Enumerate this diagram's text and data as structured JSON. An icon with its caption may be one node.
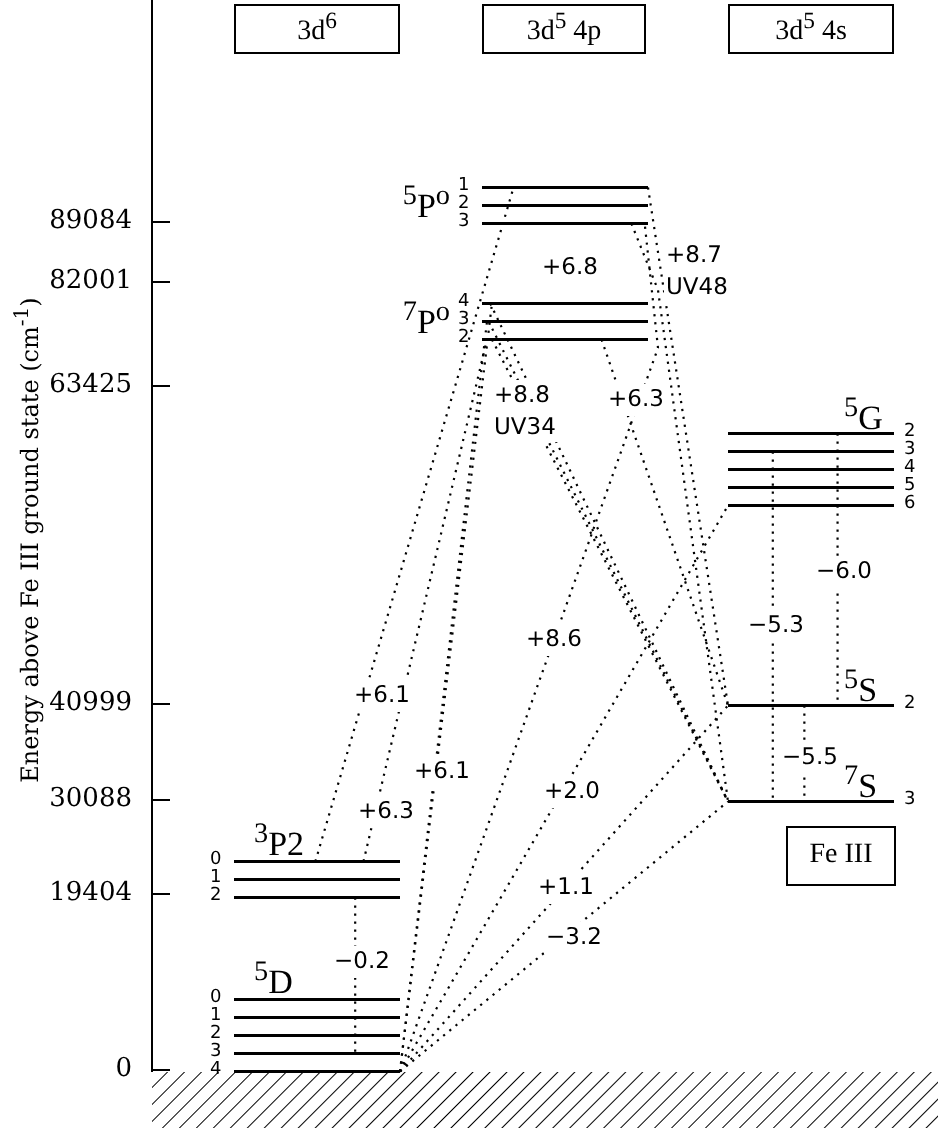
{
  "diagram": {
    "nodes": [
      {
        "text": [
          "3d$^{6}$"
        ]
      },
      {
        "text": [
          "3d$^{5}$ 4p"
        ]
      },
      {
        "text": [
          "3d$^{5}$ 4s"
        ]
      },
      {
        "text": [
          "$^{5}$P$^{o}$"
        ],
        "beside": [
          "1",
          "2",
          "3"
        ]
      },
      {
        "text": [
          "$^{7}$P$^{o}$"
        ],
        "beside": [
          "4",
          "3",
          "2"
        ]
      },
      {
        "text": [
          "$^{5}$G"
        ],
        "beside": [
          "2",
          "3",
          "4",
          "5",
          "6"
        ]
      },
      {
        "text": [
          "$^{5}$S"
        ],
        "beside": [
          "2"
        ]
      },
      {
        "text": [
          "$^{7}$S"
        ],
        "beside": [
          "3"
        ]
      },
      {
        "text": [
          "$^{3}$P2"
        ],
        "beside": [
          "0",
          "1",
          "2"
        ]
      },
      {
        "text": [
          "$^{5}$D"
        ],
        "beside": [
          "0",
          "1",
          "2",
          "3",
          "4"
        ]
      },
      {
        "text": [
          "Fe III"
        ]
      }
    ],
    "edges": [
      {
        "from": 8,
        "to": 3,
        "arrow": "none",
        "label": "+6.1"
      },
      {
        "from": 8,
        "to": 4,
        "arrow": "none",
        "label": "+6.3"
      },
      {
        "from": 8,
        "to": 9,
        "arrow": "none",
        "label": "−0.2"
      },
      {
        "from": 9,
        "to": 4,
        "arrow": "none",
        "label": "+6.1"
      },
      {
        "from": 9,
        "to": 4,
        "arrow": "none"
      },
      {
        "from": 9,
        "to": 3,
        "arrow": "none",
        "label": "+8.6"
      },
      {
        "from": 9,
        "to": 5,
        "arrow": "none",
        "label": "+2.0"
      },
      {
        "from": 9,
        "to": 6,
        "arrow": "none",
        "label": "+1.1"
      },
      {
        "from": 9,
        "to": 7,
        "arrow": "none",
        "label": "−3.2"
      },
      {
        "from": 3,
        "to": 7,
        "arrow": "none",
        "label": "+6.8"
      },
      {
        "from": 3,
        "to": 6,
        "arrow": "none",
        "label": "+8.7 UV48"
      },
      {
        "from": 4,
        "to": 7,
        "arrow": "none",
        "label": "+8.8 UV34"
      },
      {
        "from": 4,
        "to": 7,
        "arrow": "none"
      },
      {
        "from": 4,
        "to": 7,
        "arrow": "none"
      },
      {
        "from": 4,
        "to": 6,
        "arrow": "none",
        "label": "+6.3"
      },
      {
        "from": 5,
        "to": 6,
        "arrow": "none",
        "label": "−6.0"
      },
      {
        "from": 5,
        "to": 7,
        "arrow": "none",
        "label": "−5.3"
      },
      {
        "from": 6,
        "to": 7,
        "arrow": "none",
        "label": "−5.5"
      }
    ],
    "labels": [
      "Energy above Fe III ground state (cm$^{-1}$)",
      "89084",
      "82001",
      "63425",
      "40999",
      "30088",
      "19404",
      "0"
    ]
  }
}
